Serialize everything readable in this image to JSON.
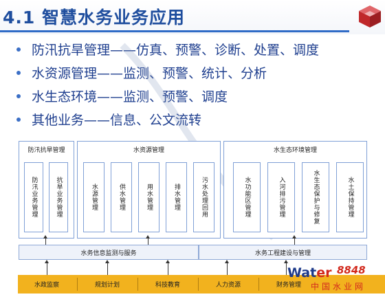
{
  "title": "4.1  智慧水务业务应用",
  "bullets": [
    "防汛抗旱管理——仿真、预警、诊断、处置、调度",
    "水资源管理——监测、预警、统计、分析",
    "水生态环境——监测、预警、调度",
    "其他业务——信息、公文流转"
  ],
  "diagram": {
    "sections": [
      {
        "title": "防汛抗旱管理",
        "boxes": [
          "防汛业务管理",
          "抗旱业务管理"
        ]
      },
      {
        "title": "水资源管理",
        "boxes": [
          "水源管理",
          "供水管理",
          "用水管理",
          "排水管理",
          "污水处理回用"
        ]
      },
      {
        "title": "水生态环境管理",
        "boxes": [
          "水功能区管理",
          "入河排污管理",
          "水生态保护与修复",
          "水土保持管理"
        ]
      }
    ],
    "middle": [
      "水务信息监测与服务",
      "水务工程建设与管理"
    ],
    "bottom": [
      "水政监察",
      "规划计划",
      "科技教育",
      "人力资源",
      "财务管理"
    ]
  },
  "watermark": {
    "brand_a": "Wat",
    "brand_b": "er",
    "number": "8848",
    "sub": "中国水业网"
  },
  "colors": {
    "title": "#1f4e9e",
    "bullet_text": "#1f3f8f",
    "bottom_bar": "#f2b21e",
    "logo": "#c0282a"
  }
}
